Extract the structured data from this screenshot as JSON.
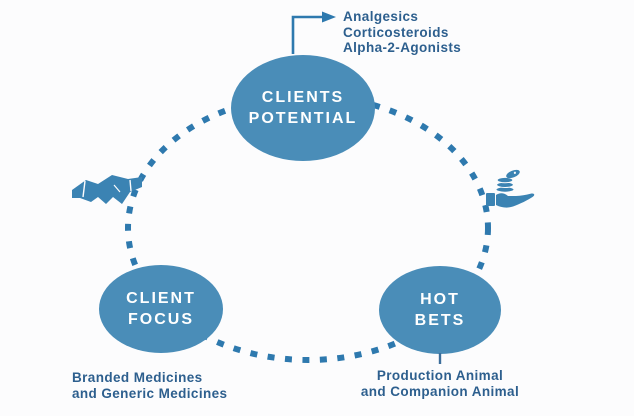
{
  "diagram": {
    "nodes": {
      "clients_potential": {
        "line1": "CLIENTS",
        "line2": "POTENTIAL"
      },
      "client_focus": {
        "line1": "CLIENT",
        "line2": "FOCUS"
      },
      "hot_bets": {
        "line1": "HOT",
        "line2": "BETS"
      }
    },
    "annotations": {
      "clients_potential_items": [
        "Analgesics",
        "Corticosteroids",
        "Alpha-2-Agonists"
      ],
      "client_focus_label": {
        "line1": "Branded Medicines",
        "line2": "and Generic Medicines"
      },
      "hot_bets_label": {
        "line1": "Production Animal",
        "line2": "and Companion Animal"
      }
    },
    "icons": {
      "left": "handshake-icon",
      "right": "hand-coins-icon"
    },
    "colors": {
      "node_fill": "#4a8db8",
      "dash_stroke": "#2e79ae",
      "annotation_text": "#2d5f8e",
      "node_text": "#ffffff",
      "background": "#fcfcfd"
    }
  }
}
